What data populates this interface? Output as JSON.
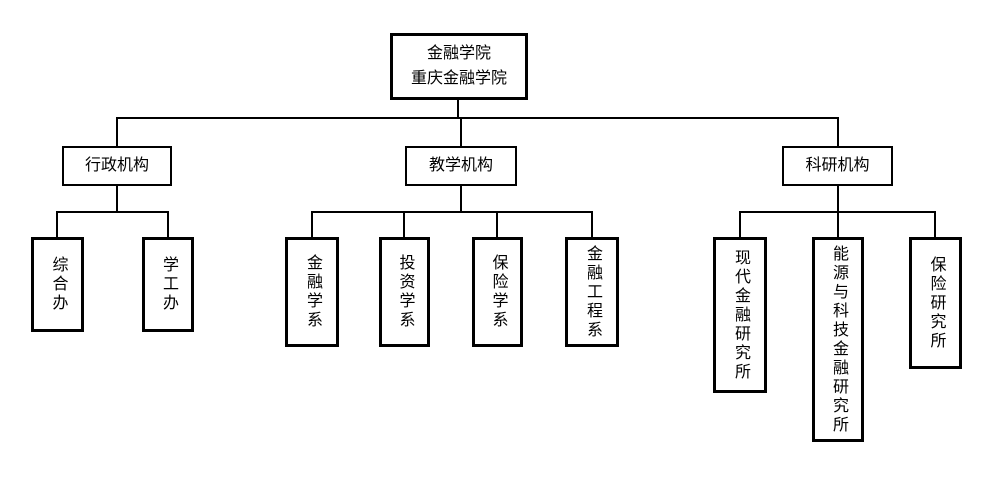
{
  "chart": {
    "type": "org-chart",
    "root": {
      "line1": "金融学院",
      "line2": "重庆金融学院"
    },
    "branches": [
      {
        "label": "行政机构",
        "children": [
          "综合办",
          "学工办"
        ]
      },
      {
        "label": "教学机构",
        "children": [
          "金融学系",
          "投资学系",
          "保险学系",
          "金融工程系"
        ]
      },
      {
        "label": "科研机构",
        "children": [
          "现代金融研究所",
          "能源与科技金融研究所",
          "保险研究所"
        ]
      }
    ]
  },
  "colors": {
    "background": "#ffffff",
    "line": "#000000",
    "text": "#000000"
  }
}
